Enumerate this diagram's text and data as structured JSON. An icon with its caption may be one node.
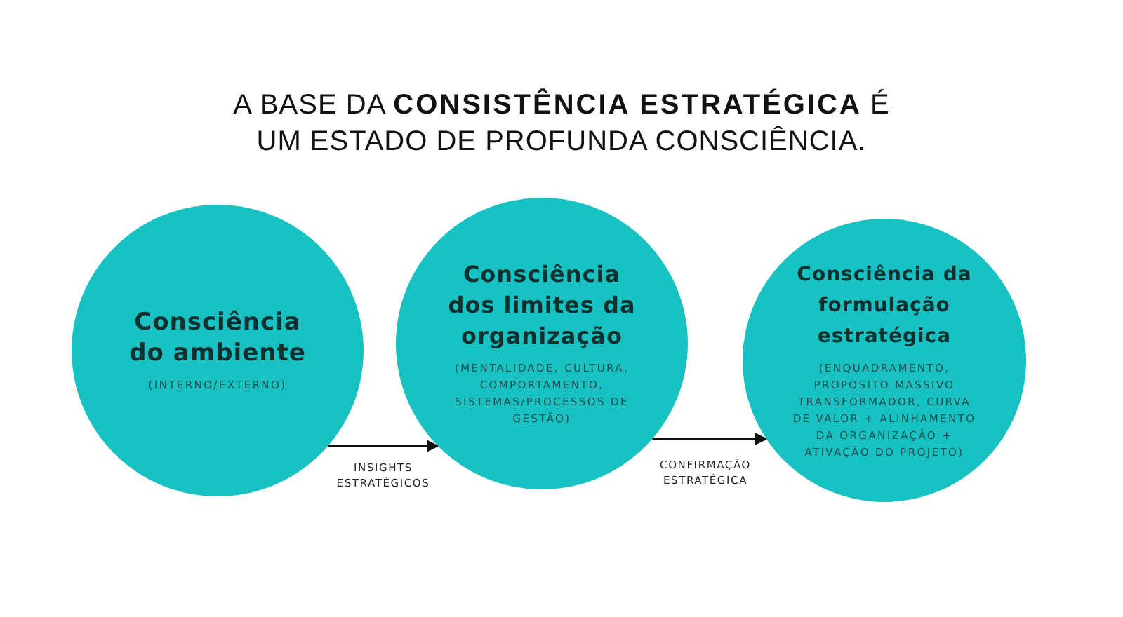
{
  "diagram": {
    "title": "A BASE DA **CONSISTÊNCIA ESTRATÉGICA** É UM ESTADO DE PROFUNDA CONSCIÊNCIA.",
    "nodes": [
      {
        "text": [
          "Consciência do ambiente",
          "(INTERNO/EXTERNO)"
        ]
      },
      {
        "text": [
          "Consciência dos limites da organização",
          "(MENTALIDADE, CULTURA, COMPORTAMENTO, SISTEMAS/PROCESSOS DE GESTÃO)"
        ]
      },
      {
        "text": [
          "Consciência da formulação estratégica",
          "(ENQUADRAMENTO, PROPÓSITO MASSIVO TRANSFORMADOR, CURVA DE VALOR + ALINHAMENTO DA ORGANIZAÇÃO + ATIVAÇÃO DO PROJETO)"
        ]
      }
    ],
    "edges": [
      {
        "from": 0,
        "to": 1,
        "arrow": "to",
        "label": "INSIGHTS ESTRATÉGICOS"
      },
      {
        "from": 1,
        "to": 2,
        "arrow": "to",
        "label": "CONFIRMAÇÃO ESTRATÉGICA"
      }
    ]
  }
}
